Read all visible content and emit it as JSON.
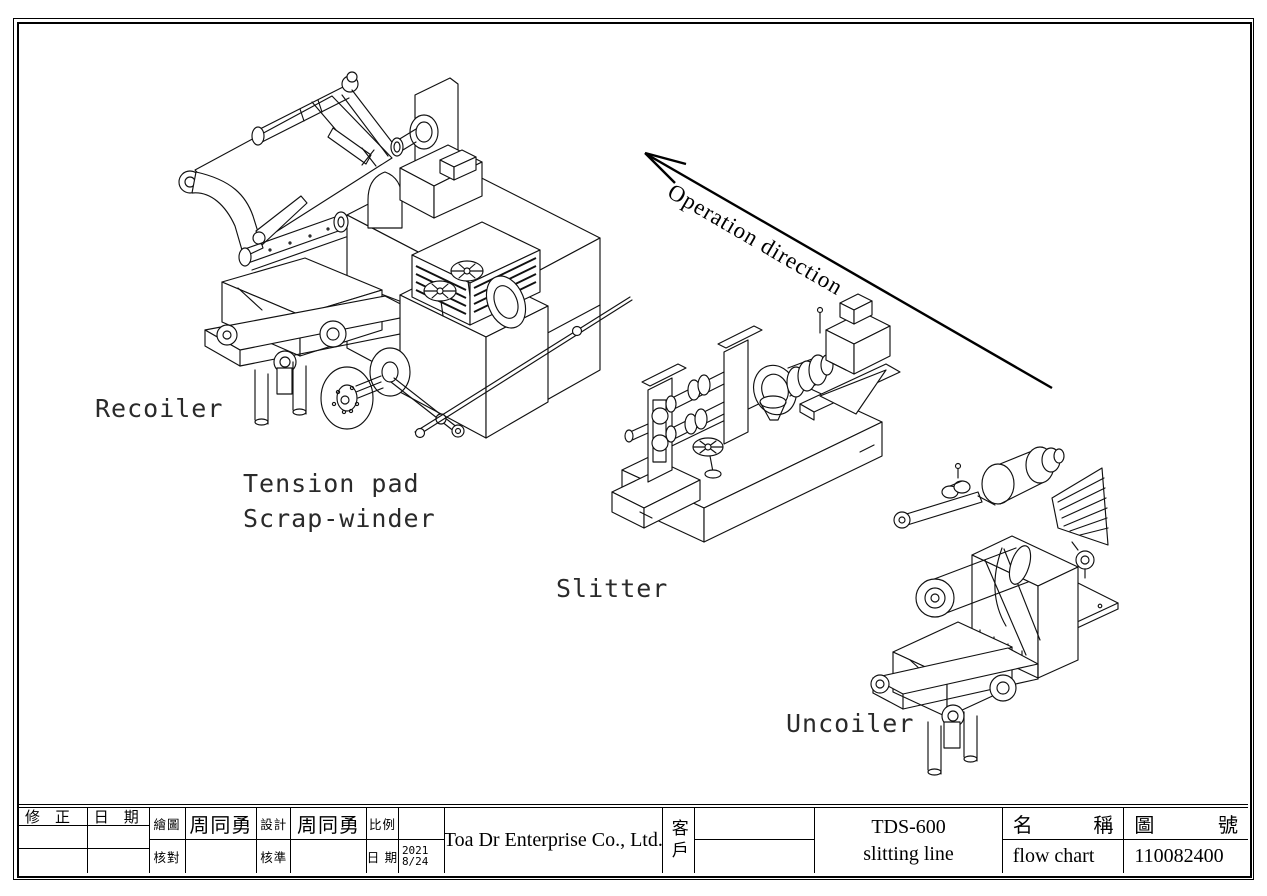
{
  "drawing": {
    "labels": {
      "recoiler": "Recoiler",
      "tension_pad": "Tension pad",
      "scrap_winder": "Scrap-winder",
      "slitter": "Slitter",
      "uncoiler": "Uncoiler",
      "operation_direction": "Operation direction"
    }
  },
  "title_block": {
    "revision_label": "修　正",
    "date_label": "日　期",
    "drawn_label": "繪圖",
    "drawn_by": "周同勇",
    "checked_label": "核對",
    "checked_by": "",
    "design_label": "設計",
    "designed_by": "周同勇",
    "approved_label": "核準",
    "approved_by": "",
    "scale_label": "比例",
    "scale_value": "",
    "date2_label": "日 期",
    "date_value": "2021\n8/24",
    "company": "Toa Dr Enterprise Co., Ltd.",
    "customer_label": "客戶",
    "customer_value_top": "",
    "customer_value_bottom": "",
    "product_line1": "TDS-600",
    "product_line2": "slitting line",
    "name_label_left": "名",
    "name_label_right": "稱",
    "name_value": "flow chart",
    "number_label_left": "圖",
    "number_label_right": "號",
    "number_value": "110082400"
  },
  "colors": {
    "line": "#111111",
    "background": "#ffffff"
  }
}
